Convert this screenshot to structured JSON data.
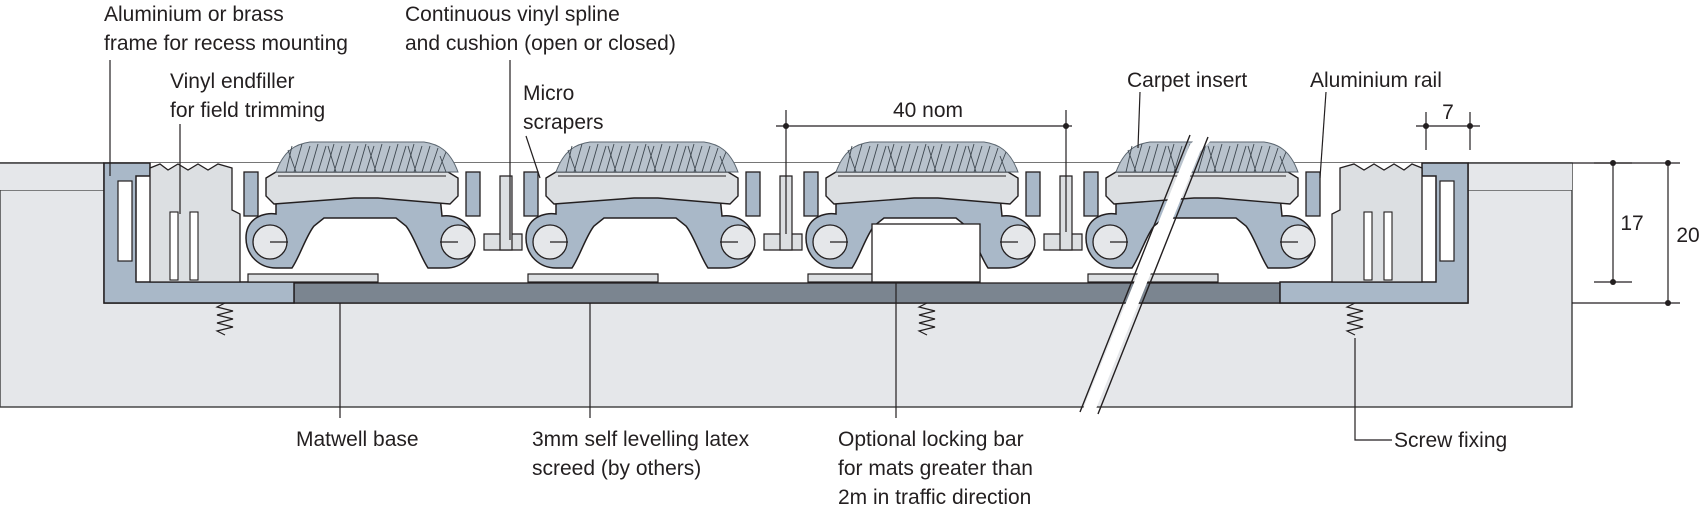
{
  "colors": {
    "floor": "#e5e7ea",
    "floor_edge": "#3c3c3c",
    "aluminium": "#a9b8c8",
    "aluminium_dark": "#8798ab",
    "vinyl": "#dcdfe2",
    "base_dark": "#7b8590",
    "line": "#231f20",
    "brush": "#8a96a2"
  },
  "labels": {
    "frame": [
      "Aluminium or brass",
      "frame for recess mounting"
    ],
    "spline": [
      "Continuous vinyl spline",
      "and cushion (open or closed)"
    ],
    "endfiller": [
      "Vinyl endfiller",
      "for field trimming"
    ],
    "scrapers": [
      "Micro",
      "scrapers"
    ],
    "carpet": "Carpet insert",
    "rail": "Aluminium rail",
    "matwell": "Matwell base",
    "screed": [
      "3mm self levelling latex",
      "screed (by others)"
    ],
    "locking": [
      "Optional locking bar",
      "for mats greater than",
      "2m in traffic direction"
    ],
    "screw": "Screw fixing"
  },
  "dimensions": {
    "pitch": "40 nom",
    "rail_width": "7",
    "mat_height": "17",
    "total_height": "20"
  }
}
